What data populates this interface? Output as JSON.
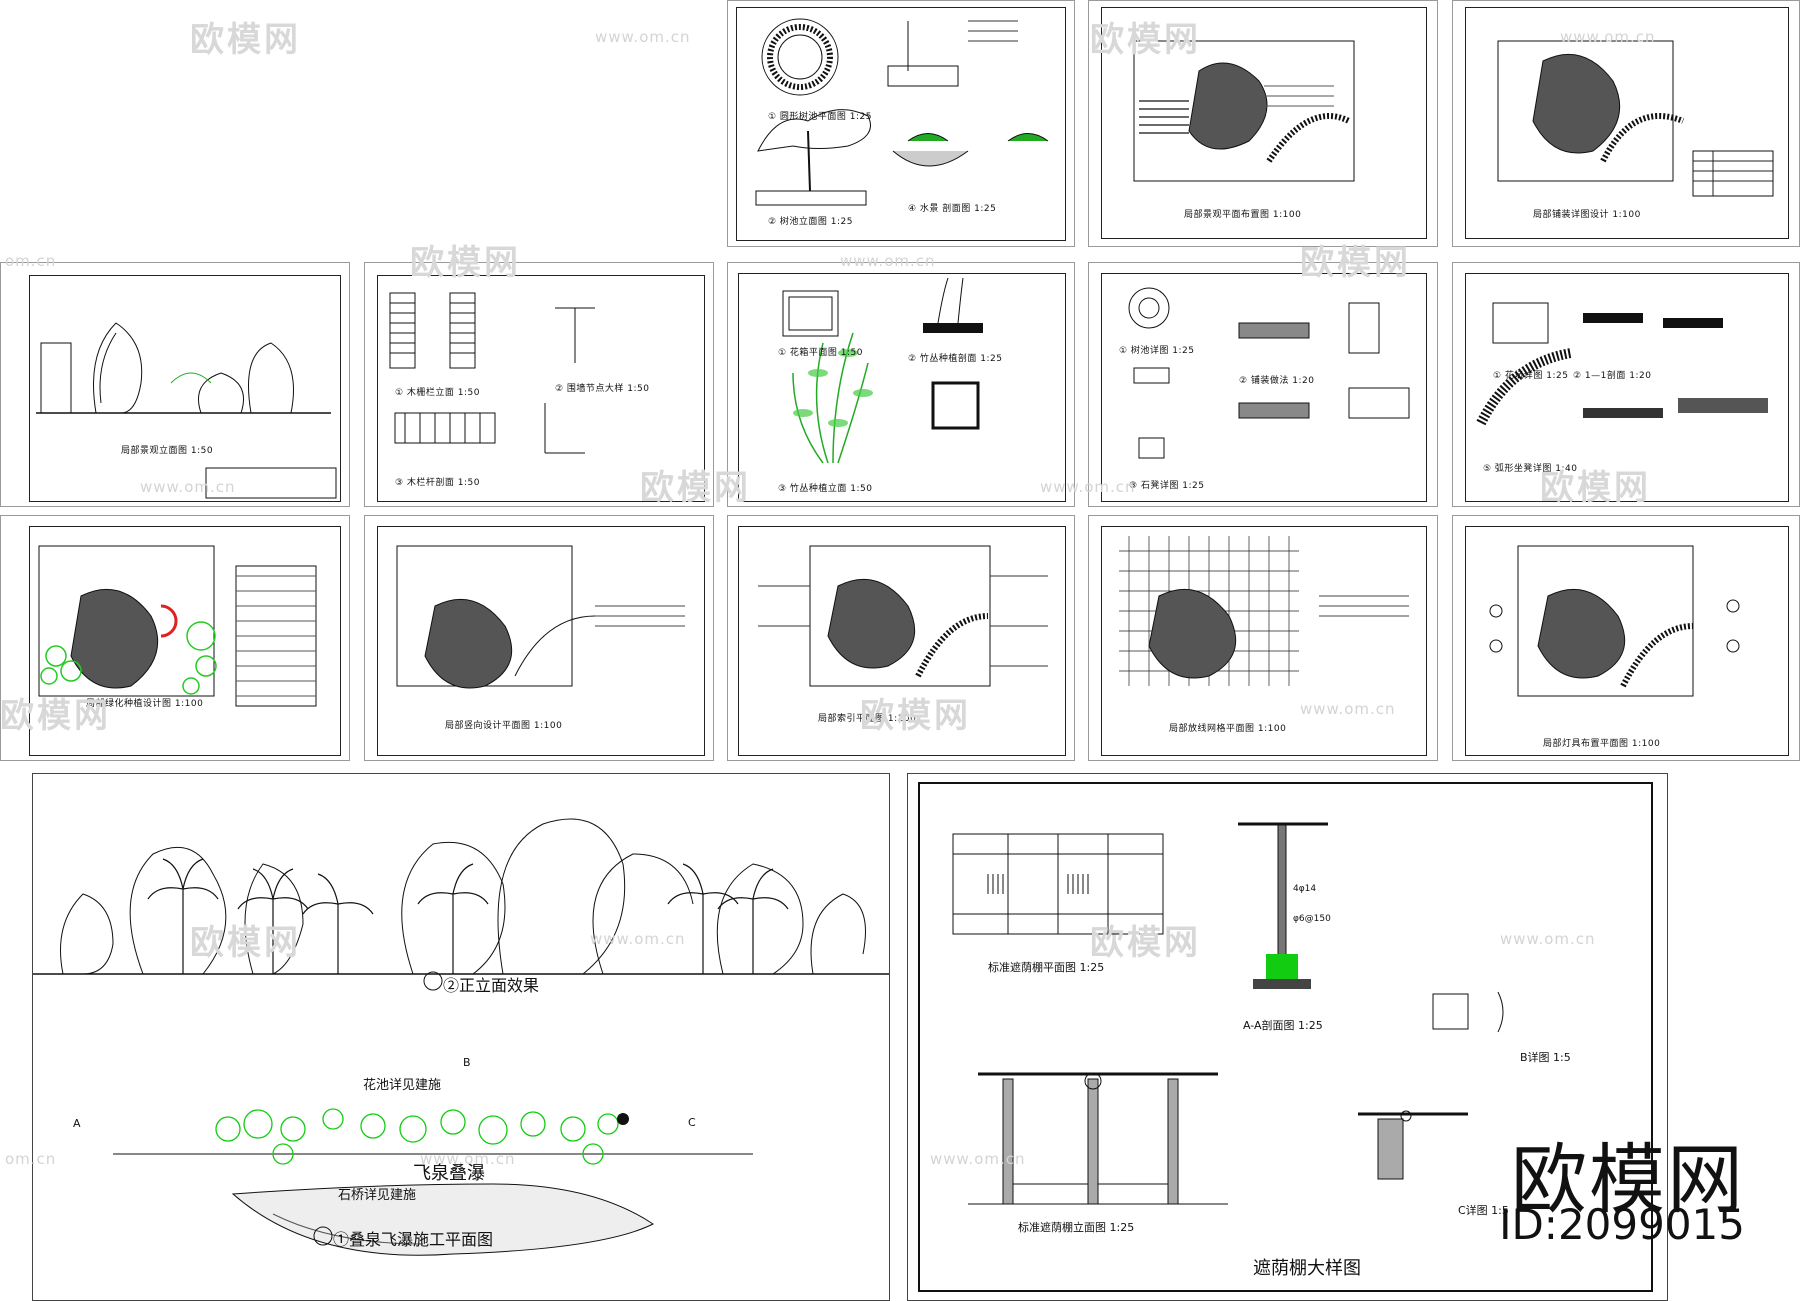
{
  "watermark": {
    "brand": "欧模网",
    "url": "www.om.cn",
    "url_short": "om.cn"
  },
  "brand_corner": {
    "name": "欧模网",
    "id": "ID:2099015"
  },
  "sheets": {
    "s1": {
      "cap1": "① 圆形树池平面图 1:25",
      "cap2": "② 树池立面图 1:25",
      "cap3": "④ 水景 剖面图 1:25"
    },
    "s2": {
      "cap1": "局部景观平面布置图 1:100"
    },
    "s3": {
      "cap1": "局部铺装详图设计 1:100"
    },
    "s4": {
      "cap1": "局部景观立面图 1:50"
    },
    "s5": {
      "cap1": "① 木栅栏立面 1:50",
      "cap2": "② 围墙节点大样 1:50",
      "cap3": "③ 木栏杆剖面 1:50"
    },
    "s6": {
      "cap1": "① 花箱平面图 1:50",
      "cap2": "② 竹丛种植剖面 1:25",
      "cap3": "③ 竹丛种植立面 1:50"
    },
    "s7": {
      "cap1": "① 树池详图 1:25",
      "cap2": "② 铺装做法 1:20",
      "cap3": "③ 石凳详图 1:25"
    },
    "s8": {
      "cap1": "① 花坛详图 1:25",
      "cap2": "② 1—1剖面 1:20",
      "cap3": "⑤ 弧形坐凳详图 1:40"
    },
    "s9": {
      "cap1": "局部绿化种植设计图 1:100"
    },
    "s10": {
      "cap1": "局部竖向设计平面图 1:100"
    },
    "s11": {
      "cap1": "局部索引平面图 1:100"
    },
    "s12": {
      "cap1": "局部放线网格平面图 1:100"
    },
    "s13": {
      "cap1": "局部灯具布置平面图 1:100"
    },
    "s14": {
      "elev_title": "②正立面效果",
      "plan_title": "①叠泉飞瀑施工平面图",
      "label_flower": "花池详见建施",
      "label_bridge": "石桥详见建施",
      "label_fall": "飞泉叠瀑",
      "mark_a": "A",
      "mark_b": "B",
      "mark_c": "C"
    },
    "s15": {
      "main_title": "遮荫棚大样图",
      "plan_cap": "标准遮荫棚平面图 1:25",
      "section_cap": "A-A剖面图 1:25",
      "elev_cap": "标准遮荫棚立面图 1:25",
      "b_detail": "B详图 1:5",
      "c_detail": "C详图 1:5",
      "note1": "4φ14",
      "note2": "φ6@150"
    }
  }
}
